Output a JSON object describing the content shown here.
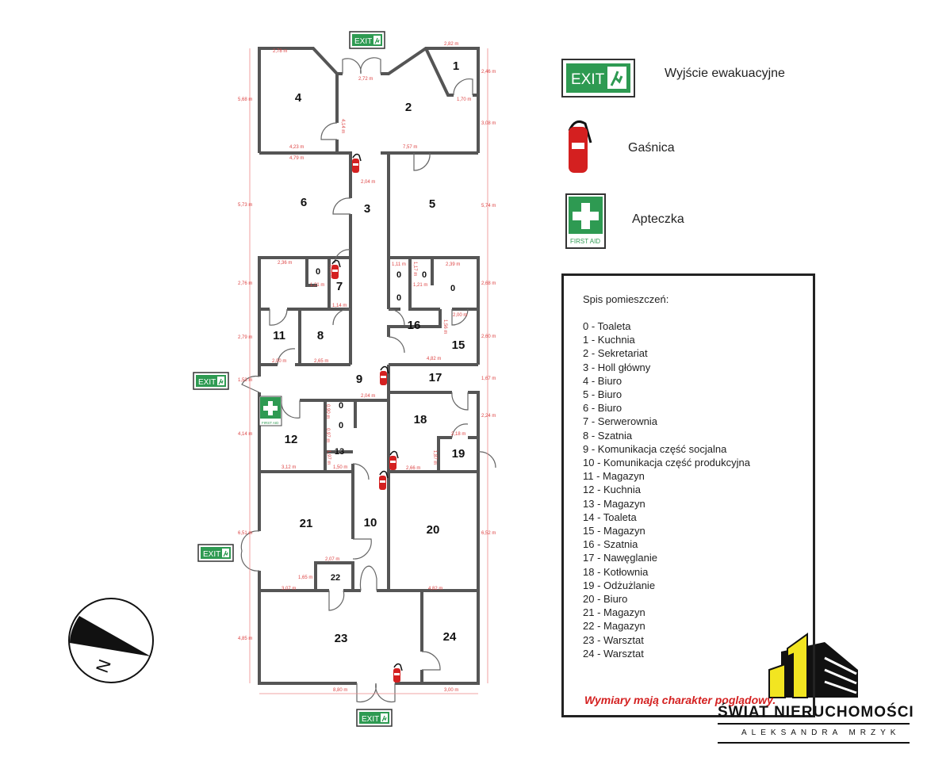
{
  "signs": {
    "exit": "EXIT",
    "first_aid": "FIRST AID"
  },
  "key": {
    "exit_label": "Wyjście ewakuacyjne",
    "extinguisher_label": "Gaśnica",
    "first_aid_label": "Apteczka"
  },
  "legend": {
    "title": "Spis pomieszczeń:",
    "items": [
      "0 - Toaleta",
      "1 - Kuchnia",
      "2 - Sekretariat",
      "3 - Holl główny",
      "4 - Biuro",
      "5 - Biuro",
      "6 - Biuro",
      "7 - Serwerownia",
      "8 - Szatnia",
      "9 - Komunikacja część socjalna",
      "10 - Komunikacja część produkcyjna",
      "11 - Magazyn",
      "12 - Kuchnia",
      "13 - Magazyn",
      "14 - Toaleta",
      "15 - Magazyn",
      "16 - Szatnia",
      "17 - Nawęglanie",
      "18 - Kotłownia",
      "19 - Odżużlanie",
      "20 - Biuro",
      "21 - Magazyn",
      "22 - Magazyn",
      "23 - Warsztat",
      "24 - Warsztat"
    ],
    "note": "Wymiary mają charakter poglądowy."
  },
  "plan": {
    "rooms": [
      "1",
      "2",
      "3",
      "4",
      "5",
      "6",
      "7",
      "8",
      "9",
      "10",
      "11",
      "12",
      "13",
      "15",
      "16",
      "17",
      "18",
      "19",
      "20",
      "21",
      "22",
      "23",
      "24",
      "0",
      "0",
      "0",
      "0",
      "0",
      "0",
      "0"
    ],
    "dimensions": [
      "2,78 m",
      "2,82 m",
      "2,72 m",
      "2,46 m",
      "1,70 m",
      "5,68 m",
      "4,14 m",
      "3,08 m",
      "4,23 m",
      "7,57 m",
      "4,79 m",
      "2,04 m",
      "5,73 m",
      "5,74 m",
      "2,36 m",
      "1,11 m",
      "2,39 m",
      "1,17 m",
      "1,21 m",
      "1,21 m",
      "2,76 m",
      "2,68 m",
      "1,14 m",
      "2,00 m",
      "1,56 m",
      "2,79 m",
      "2,60 m",
      "2,00 m",
      "2,65 m",
      "4,82 m",
      "1,53 m",
      "1,67 m",
      "2,04 m",
      "0,90 m",
      "0,97 m",
      "4,14 m",
      "2,24 m",
      "2,18 m",
      "1,97 m",
      "1,87 m",
      "3,12 m",
      "1,50 m",
      "2,66 m",
      "6,51 m",
      "6,52 m",
      "2,07 m",
      "1,65 m",
      "3,07 m",
      "4,82 m",
      "4,85 m",
      "8,80 m",
      "3,00 m",
      "1,18 m"
    ],
    "compass_letter": "N"
  },
  "logo": {
    "name": "ŚWIAT NIERUCHOMOŚCI",
    "subtitle": "ALEKSANDRA MRZYK"
  },
  "colors": {
    "exit_green": "#2e9a52",
    "extinguisher_red": "#d42020",
    "dimension_red": "#dd4444",
    "logo_yellow": "#f2e521"
  }
}
